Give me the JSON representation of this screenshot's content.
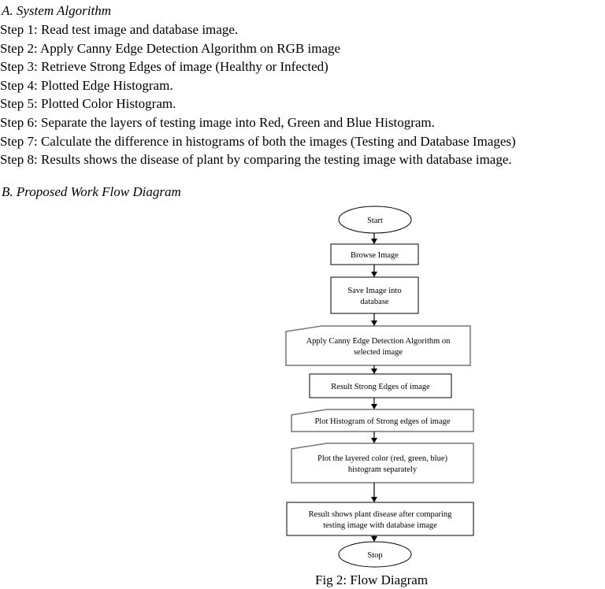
{
  "section_a": {
    "heading": "A. System Algorithm",
    "steps": [
      "Step 1: Read test image and database image.",
      "Step 2: Apply Canny Edge Detection Algorithm on RGB image",
      "Step 3: Retrieve Strong Edges of image (Healthy or Infected)",
      "Step 4: Plotted Edge Histogram.",
      "Step 5: Plotted Color Histogram.",
      "Step 6: Separate the layers of testing image into Red, Green and Blue Histogram.",
      "Step 7: Calculate the difference in histograms of both the images (Testing and Database Images)",
      "Step 8: Results shows the disease of plant by comparing the testing image with database image."
    ]
  },
  "section_b": {
    "heading": "B. Proposed Work Flow Diagram"
  },
  "flow": {
    "nodes": [
      {
        "id": "start",
        "shape": "terminator",
        "lines": [
          "Start"
        ]
      },
      {
        "id": "browse",
        "shape": "process",
        "lines": [
          "Browse Image"
        ]
      },
      {
        "id": "save",
        "shape": "process",
        "lines": [
          "Save Image into",
          "database"
        ]
      },
      {
        "id": "canny",
        "shape": "manual-input",
        "lines": [
          "Apply Canny Edge Detection  Algorithm on",
          "selected image"
        ]
      },
      {
        "id": "edges",
        "shape": "process",
        "lines": [
          "Result Strong Edges of image"
        ]
      },
      {
        "id": "plot-hist",
        "shape": "manual-input",
        "lines": [
          "Plot Histogram of Strong edges of image"
        ]
      },
      {
        "id": "plot-color",
        "shape": "manual-input",
        "lines": [
          "Plot the layered color (red, green, blue)",
          "histogram separately"
        ]
      },
      {
        "id": "result",
        "shape": "process",
        "lines": [
          "Result shows plant disease after comparing",
          "testing image with database image"
        ]
      },
      {
        "id": "stop",
        "shape": "terminator",
        "lines": [
          "Stop"
        ]
      }
    ]
  },
  "caption": "Fig 2: Flow Diagram"
}
